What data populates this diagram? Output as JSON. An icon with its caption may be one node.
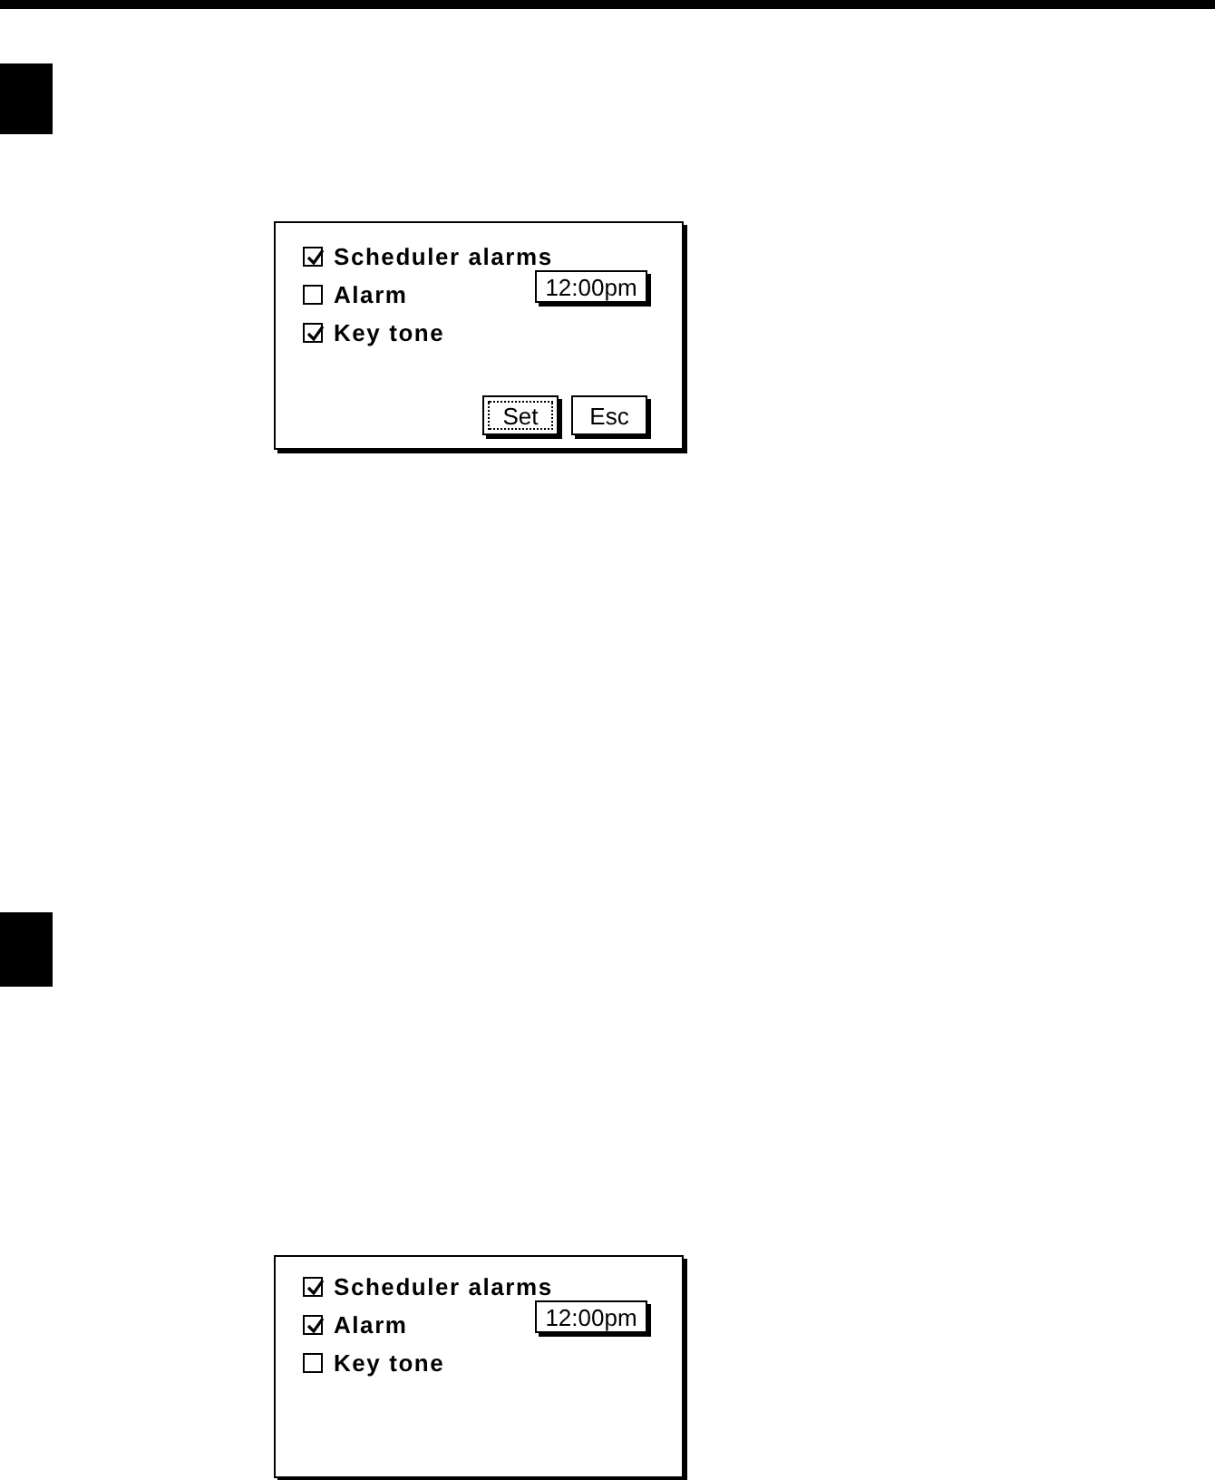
{
  "diagram": {
    "nodes": [
      {
        "text": [],
        "shape": "box"
      },
      {
        "text": [],
        "shape": "box"
      },
      {
        "text": [],
        "shape": "checked",
        "in": 1,
        "beside": [
          "Scheduler alarms"
        ]
      },
      {
        "text": [],
        "shape": "box",
        "in": 1,
        "beside": [
          "Alarm"
        ]
      },
      {
        "text": [
          "12:00pm"
        ],
        "in": 1
      },
      {
        "text": [],
        "shape": "checked",
        "in": 1,
        "beside": [
          "Key tone"
        ]
      },
      {
        "text": [
          "Set"
        ],
        "in": 1
      },
      {
        "text": [
          "Esc"
        ],
        "in": 1
      },
      {
        "text": [],
        "shape": "box"
      },
      {
        "text": [],
        "shape": "box"
      },
      {
        "text": [],
        "shape": "checked",
        "in": 9,
        "beside": [
          "Scheduler alarms"
        ]
      },
      {
        "text": [],
        "shape": "checked",
        "in": 9,
        "beside": [
          "Alarm"
        ]
      },
      {
        "text": [
          "12:00pm"
        ],
        "in": 9
      },
      {
        "text": [],
        "shape": "box",
        "in": 9,
        "beside": [
          "Key tone"
        ]
      }
    ],
    "edges": []
  }
}
